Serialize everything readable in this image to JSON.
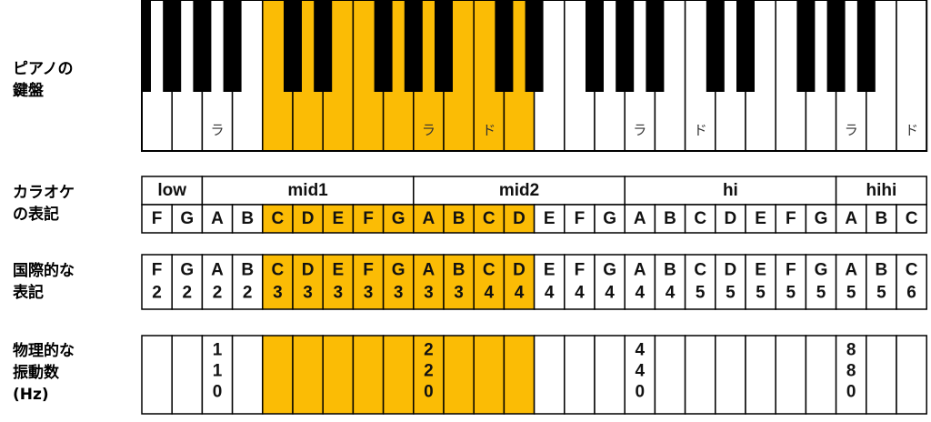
{
  "labels": {
    "piano": "ピアノの\n鍵盤",
    "karaoke": "カラオケ\nの表記",
    "international": "国際的な\n表記",
    "frequency": "物理的な\n振動数\n(Hz)"
  },
  "highlight_color": "#fbbc05",
  "highlight_range": [
    4,
    12
  ],
  "keyboard": {
    "kana_marks": [
      {
        "key": 2,
        "text": "ラ"
      },
      {
        "key": 9,
        "text": "ラ"
      },
      {
        "key": 11,
        "text": "ド"
      },
      {
        "key": 16,
        "text": "ラ"
      },
      {
        "key": 18,
        "text": "ド"
      },
      {
        "key": 23,
        "text": "ラ"
      },
      {
        "key": 25,
        "text": "ド"
      }
    ]
  },
  "karaoke": {
    "groups": [
      {
        "name": "low",
        "span": 2
      },
      {
        "name": "mid1",
        "span": 7
      },
      {
        "name": "mid2",
        "span": 7
      },
      {
        "name": "hi",
        "span": 7
      },
      {
        "name": "hihi",
        "span": 3
      }
    ],
    "notes": [
      "F",
      "G",
      "A",
      "B",
      "C",
      "D",
      "E",
      "F",
      "G",
      "A",
      "B",
      "C",
      "D",
      "E",
      "F",
      "G",
      "A",
      "B",
      "C",
      "D",
      "E",
      "F",
      "G",
      "A",
      "B",
      "C"
    ]
  },
  "international": {
    "notes": [
      [
        "F",
        "2"
      ],
      [
        "G",
        "2"
      ],
      [
        "A",
        "2"
      ],
      [
        "B",
        "2"
      ],
      [
        "C",
        "3"
      ],
      [
        "D",
        "3"
      ],
      [
        "E",
        "3"
      ],
      [
        "F",
        "3"
      ],
      [
        "G",
        "3"
      ],
      [
        "A",
        "3"
      ],
      [
        "B",
        "3"
      ],
      [
        "C",
        "4"
      ],
      [
        "D",
        "4"
      ],
      [
        "E",
        "4"
      ],
      [
        "F",
        "4"
      ],
      [
        "G",
        "4"
      ],
      [
        "A",
        "4"
      ],
      [
        "B",
        "4"
      ],
      [
        "C",
        "5"
      ],
      [
        "D",
        "5"
      ],
      [
        "E",
        "5"
      ],
      [
        "F",
        "5"
      ],
      [
        "G",
        "5"
      ],
      [
        "A",
        "5"
      ],
      [
        "B",
        "5"
      ],
      [
        "C",
        "6"
      ]
    ]
  },
  "frequency": {
    "values": [
      {
        "key": 2,
        "digits": [
          "1",
          "1",
          "0"
        ]
      },
      {
        "key": 9,
        "digits": [
          "2",
          "2",
          "0"
        ]
      },
      {
        "key": 16,
        "digits": [
          "4",
          "4",
          "0"
        ]
      },
      {
        "key": 23,
        "digits": [
          "8",
          "8",
          "0"
        ]
      }
    ]
  }
}
